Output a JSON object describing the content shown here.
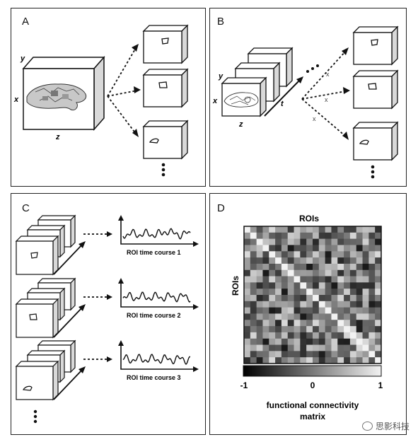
{
  "panels": {
    "a": {
      "label": "A",
      "axis_y": "y",
      "axis_x": "x",
      "axis_z": "z"
    },
    "b": {
      "label": "B",
      "axis_y": "y",
      "axis_x": "x",
      "axis_z": "z",
      "axis_t": "t",
      "cross_mark": "x"
    },
    "c": {
      "label": "C",
      "time_courses": [
        "ROI time course 1",
        "ROI time course 2",
        "ROI time course 3"
      ]
    },
    "d": {
      "label": "D",
      "title_top": "ROIs",
      "title_left": "ROIs",
      "colorbar_ticks": [
        "-1",
        "0",
        "1"
      ],
      "caption_line1": "functional connectivity",
      "caption_line2": "matrix"
    }
  },
  "chart_data": {
    "type": "heatmap",
    "title": "",
    "xlabel": "ROIs",
    "ylabel": "ROIs",
    "size": 22,
    "colorbar_range": [
      -1,
      1
    ],
    "diagonal_value": 1
  },
  "watermark": {
    "text": "思影科技"
  }
}
